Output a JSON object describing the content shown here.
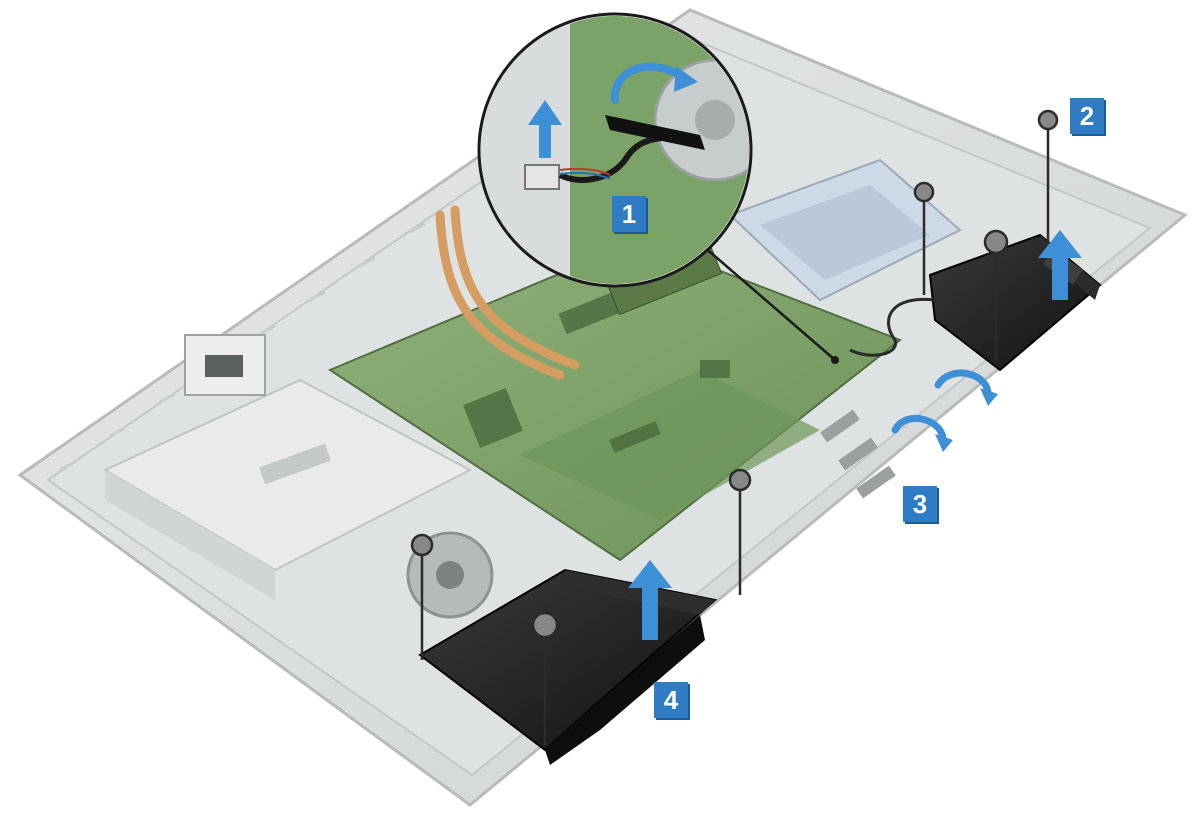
{
  "figure": {
    "description_kind": "service-manual illustration",
    "colors": {
      "chassis": "#d9dcdc",
      "chassis_edge": "#b9bdbd",
      "board": "#7fa36b",
      "board_dark": "#5c7f4c",
      "heatpipe": "#d9a066",
      "speaker": "#1f1f1f",
      "accent_blue": "#2f7cc4",
      "arrow_blue": "#3d8fd6",
      "psu": "#e6e7e7",
      "fan": "#9da3a3"
    },
    "callouts": [
      {
        "id": "callout-1",
        "label": "1"
      },
      {
        "id": "callout-2",
        "label": "2"
      },
      {
        "id": "callout-3",
        "label": "3"
      },
      {
        "id": "callout-4",
        "label": "4"
      }
    ],
    "icons": [
      "screw-icon",
      "lift-arrow-icon",
      "rotate-arrow-icon",
      "magnifier-inset"
    ]
  }
}
